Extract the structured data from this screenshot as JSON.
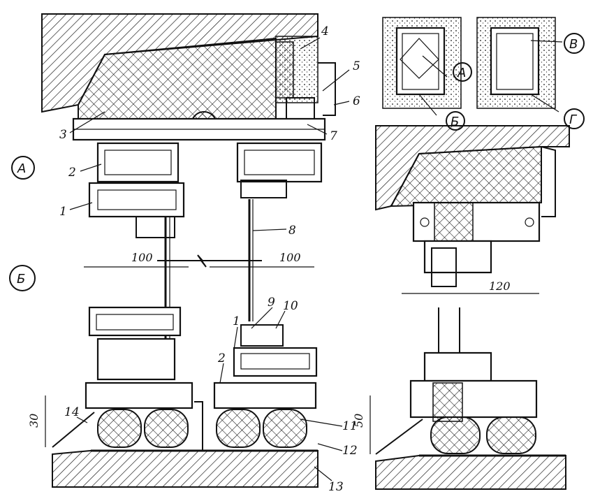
{
  "callouts": [
    "1",
    "2",
    "3",
    "4",
    "5",
    "6",
    "7",
    "8",
    "9",
    "10",
    "11",
    "12",
    "13",
    "14",
    "1",
    "2"
  ],
  "dimensions": {
    "left_width": "100",
    "right_width": "100",
    "corner_width": "120",
    "left_height": "30",
    "right_height": "50"
  },
  "section_markers": {
    "a": "А",
    "b": "Б",
    "v": "В",
    "g": "Г",
    "a_small": "А",
    "b_small": "Б"
  },
  "colors": {
    "ink": "#111111",
    "paper": "#ffffff"
  }
}
